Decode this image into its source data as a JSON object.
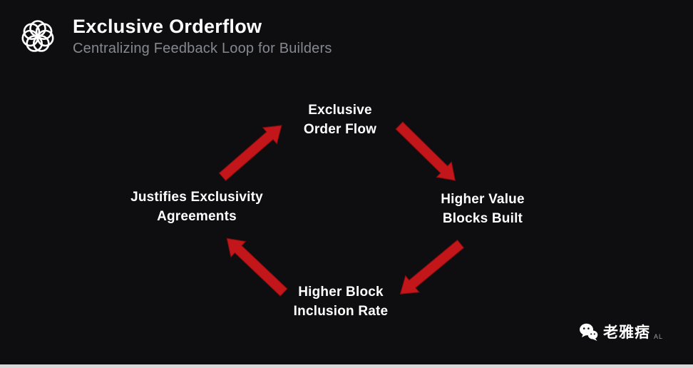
{
  "colors": {
    "background": "#0e0e10",
    "arrow": "#c2161b",
    "title_text": "#ffffff",
    "subtitle_text": "#85888f",
    "bottom_bar": "#d9d9d9"
  },
  "header": {
    "title": "Exclusive Orderflow",
    "subtitle": "Centralizing Feedback Loop for Builders",
    "logo": "knot-logo"
  },
  "diagram": {
    "type": "cycle",
    "nodes": [
      {
        "id": "exclusive-order-flow",
        "lines": [
          "Exclusive",
          "Order Flow"
        ]
      },
      {
        "id": "higher-value-blocks-built",
        "lines": [
          "Higher Value",
          "Blocks Built"
        ]
      },
      {
        "id": "higher-block-inclusion-rate",
        "lines": [
          "Higher Block",
          "Inclusion Rate"
        ]
      },
      {
        "id": "justifies-exclusivity-agreements",
        "lines": [
          "Justifies Exclusivity",
          "Agreements"
        ]
      }
    ],
    "edges": [
      {
        "from": "Exclusive Order Flow",
        "to": "Higher Value Blocks Built"
      },
      {
        "from": "Higher Value Blocks Built",
        "to": "Higher Block Inclusion Rate"
      },
      {
        "from": "Higher Block Inclusion Rate",
        "to": "Justifies Exclusivity Agreements"
      },
      {
        "from": "Justifies Exclusivity Agreements",
        "to": "Exclusive Order Flow"
      }
    ]
  },
  "watermark": {
    "icon": "wechat-icon",
    "name": "老雅痞",
    "suffix": "AL"
  }
}
